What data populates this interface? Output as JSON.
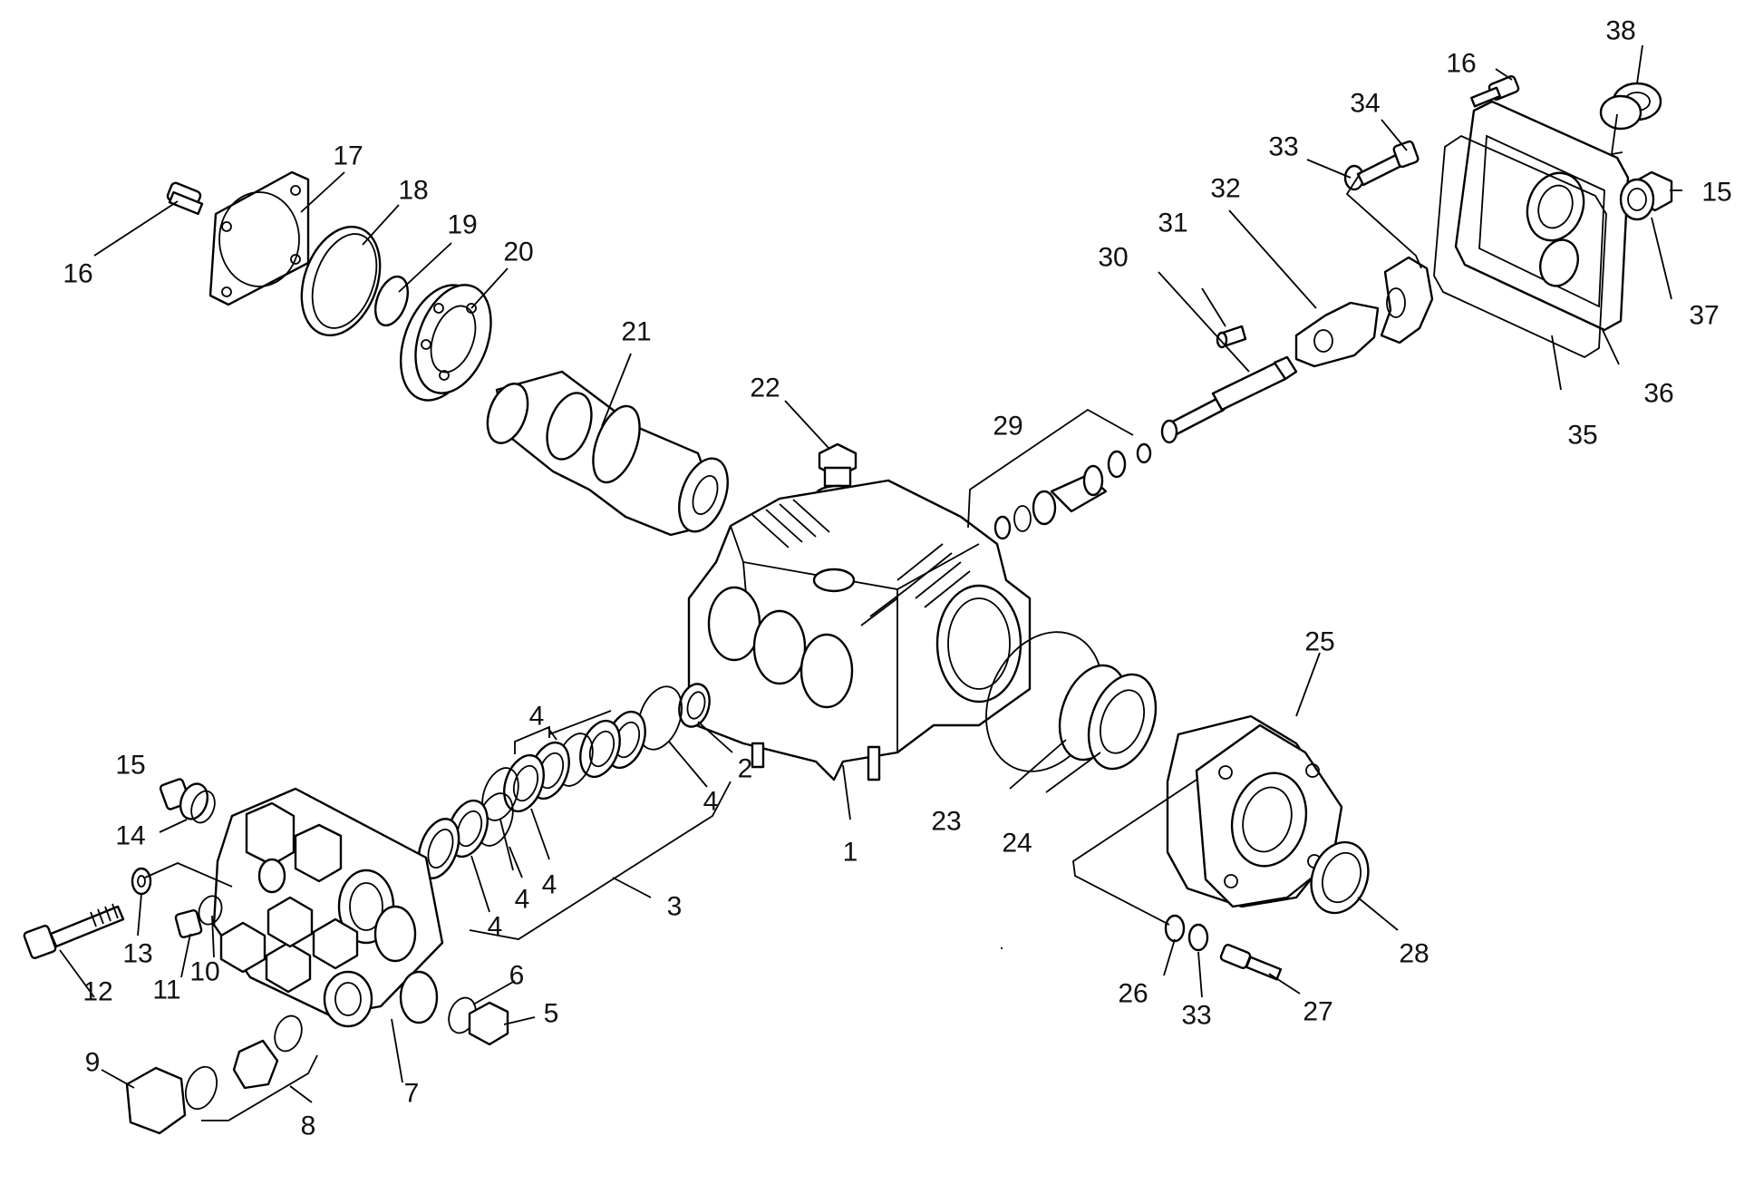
{
  "diagram": {
    "part_labels": [
      {
        "id": "p1",
        "label": "1"
      },
      {
        "id": "p2",
        "label": "2"
      },
      {
        "id": "p3",
        "label": "3"
      },
      {
        "id": "p4a",
        "label": "4"
      },
      {
        "id": "p4b",
        "label": "4"
      },
      {
        "id": "p4c",
        "label": "4"
      },
      {
        "id": "p4d",
        "label": "4"
      },
      {
        "id": "p4e",
        "label": "4"
      },
      {
        "id": "p5",
        "label": "5"
      },
      {
        "id": "p6",
        "label": "6"
      },
      {
        "id": "p7",
        "label": "7"
      },
      {
        "id": "p8",
        "label": "8"
      },
      {
        "id": "p9",
        "label": "9"
      },
      {
        "id": "p10",
        "label": "10"
      },
      {
        "id": "p11",
        "label": "11"
      },
      {
        "id": "p12",
        "label": "12"
      },
      {
        "id": "p13",
        "label": "13"
      },
      {
        "id": "p14",
        "label": "14"
      },
      {
        "id": "p15a",
        "label": "15"
      },
      {
        "id": "p15b",
        "label": "15"
      },
      {
        "id": "p16a",
        "label": "16"
      },
      {
        "id": "p16b",
        "label": "16"
      },
      {
        "id": "p17",
        "label": "17"
      },
      {
        "id": "p18",
        "label": "18"
      },
      {
        "id": "p19",
        "label": "19"
      },
      {
        "id": "p20",
        "label": "20"
      },
      {
        "id": "p21",
        "label": "21"
      },
      {
        "id": "p22",
        "label": "22"
      },
      {
        "id": "p23",
        "label": "23"
      },
      {
        "id": "p24",
        "label": "24"
      },
      {
        "id": "p25",
        "label": "25"
      },
      {
        "id": "p26",
        "label": "26"
      },
      {
        "id": "p27",
        "label": "27"
      },
      {
        "id": "p28",
        "label": "28"
      },
      {
        "id": "p29",
        "label": "29"
      },
      {
        "id": "p30",
        "label": "30"
      },
      {
        "id": "p31",
        "label": "31"
      },
      {
        "id": "p32",
        "label": "32"
      },
      {
        "id": "p33a",
        "label": "33"
      },
      {
        "id": "p33b",
        "label": "33"
      },
      {
        "id": "p34",
        "label": "34"
      },
      {
        "id": "p35",
        "label": "35"
      },
      {
        "id": "p36",
        "label": "36"
      },
      {
        "id": "p37",
        "label": "37"
      },
      {
        "id": "p38",
        "label": "38"
      }
    ]
  }
}
